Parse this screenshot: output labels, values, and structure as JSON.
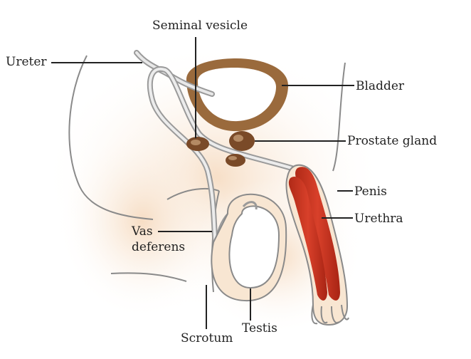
{
  "labels": {
    "seminal_vesicle": "Seminal vesicle",
    "ureter": "Ureter",
    "bladder": "Bladder",
    "prostate_gland": "Prostate gland",
    "penis": "Penis",
    "urethra": "Urethra",
    "vas_deferens_line1": "Vas",
    "vas_deferens_line2": "deferens",
    "testis": "Testis",
    "scrotum": "Scrotum"
  },
  "colors": {
    "skin_tint": "#f8e6d2",
    "body_outline": "#8a8a8a",
    "bladder_wall": "#9a6a3c",
    "gland": "#7a4a28",
    "urethra_red": "#c8321e",
    "duct_gray": "#b8b8b8",
    "label_text": "#222222"
  }
}
